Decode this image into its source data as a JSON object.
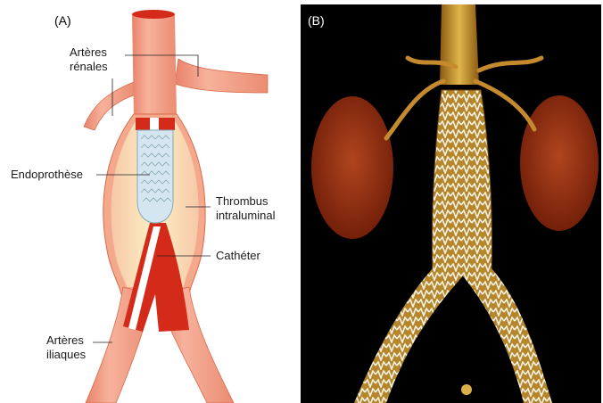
{
  "panel_a": {
    "tag": "(A)",
    "labels": {
      "renal_line1": "Artères",
      "renal_line2": "rénales",
      "endograft": "Endoprothèse",
      "thrombus_line1": "Thrombus",
      "thrombus_line2": "intraluminal",
      "catheter": "Cathéter",
      "iliac_line1": "Artères",
      "iliac_line2": "iliaques"
    }
  },
  "panel_b": {
    "tag": "(B)"
  },
  "colors": {
    "artery": "#f29a7e",
    "artery_dark": "#d9694a",
    "catheter": "#d42a1a",
    "thrombus": "#fbe9a4",
    "stent": "#d4e6ef",
    "kidney": "#8a2a10",
    "aorta_3d": "#c8902a"
  }
}
